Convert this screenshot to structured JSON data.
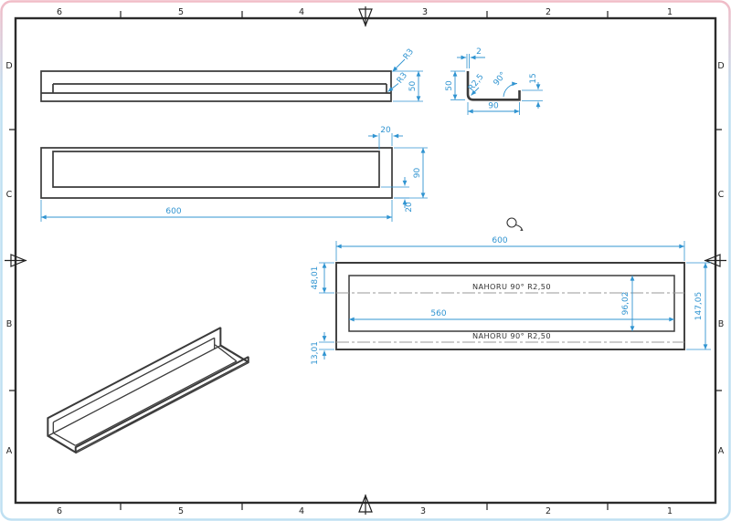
{
  "sheet": {
    "zones_top": [
      "6",
      "5",
      "4",
      "3",
      "2",
      "1"
    ],
    "zones_bottom": [
      "6",
      "5",
      "4",
      "3",
      "2",
      "1"
    ],
    "zones_left": [
      "D",
      "C",
      "B",
      "A"
    ],
    "zones_right": [
      "D",
      "C",
      "B",
      "A"
    ]
  },
  "views": {
    "front": {
      "dims": {
        "r_top": "R3",
        "r_bottom": "R3",
        "height": "50"
      }
    },
    "profile": {
      "dims": {
        "thickness": "2",
        "height": "50",
        "radius": "R2,5",
        "angle": "90°",
        "lip": "15",
        "width": "90"
      }
    },
    "top": {
      "dims": {
        "flange_end": "20",
        "depth": "90",
        "length": "600",
        "flange_bottom": "20"
      }
    },
    "flat": {
      "dims": {
        "length": "600",
        "top_margin": "48,01",
        "bottom_margin": "13,01",
        "cutout_length": "560",
        "cutout_width": "96,02",
        "total_width": "147,05"
      },
      "bend_note_top": "NAHORU 90° R2,50",
      "bend_note_bottom": "NAHORU 90° R2,50"
    }
  },
  "colors": {
    "dimension": "#3094d1",
    "line": "#3b3b3b",
    "bend": "#9a9a9a",
    "page_edge": "#b9ddf0"
  }
}
